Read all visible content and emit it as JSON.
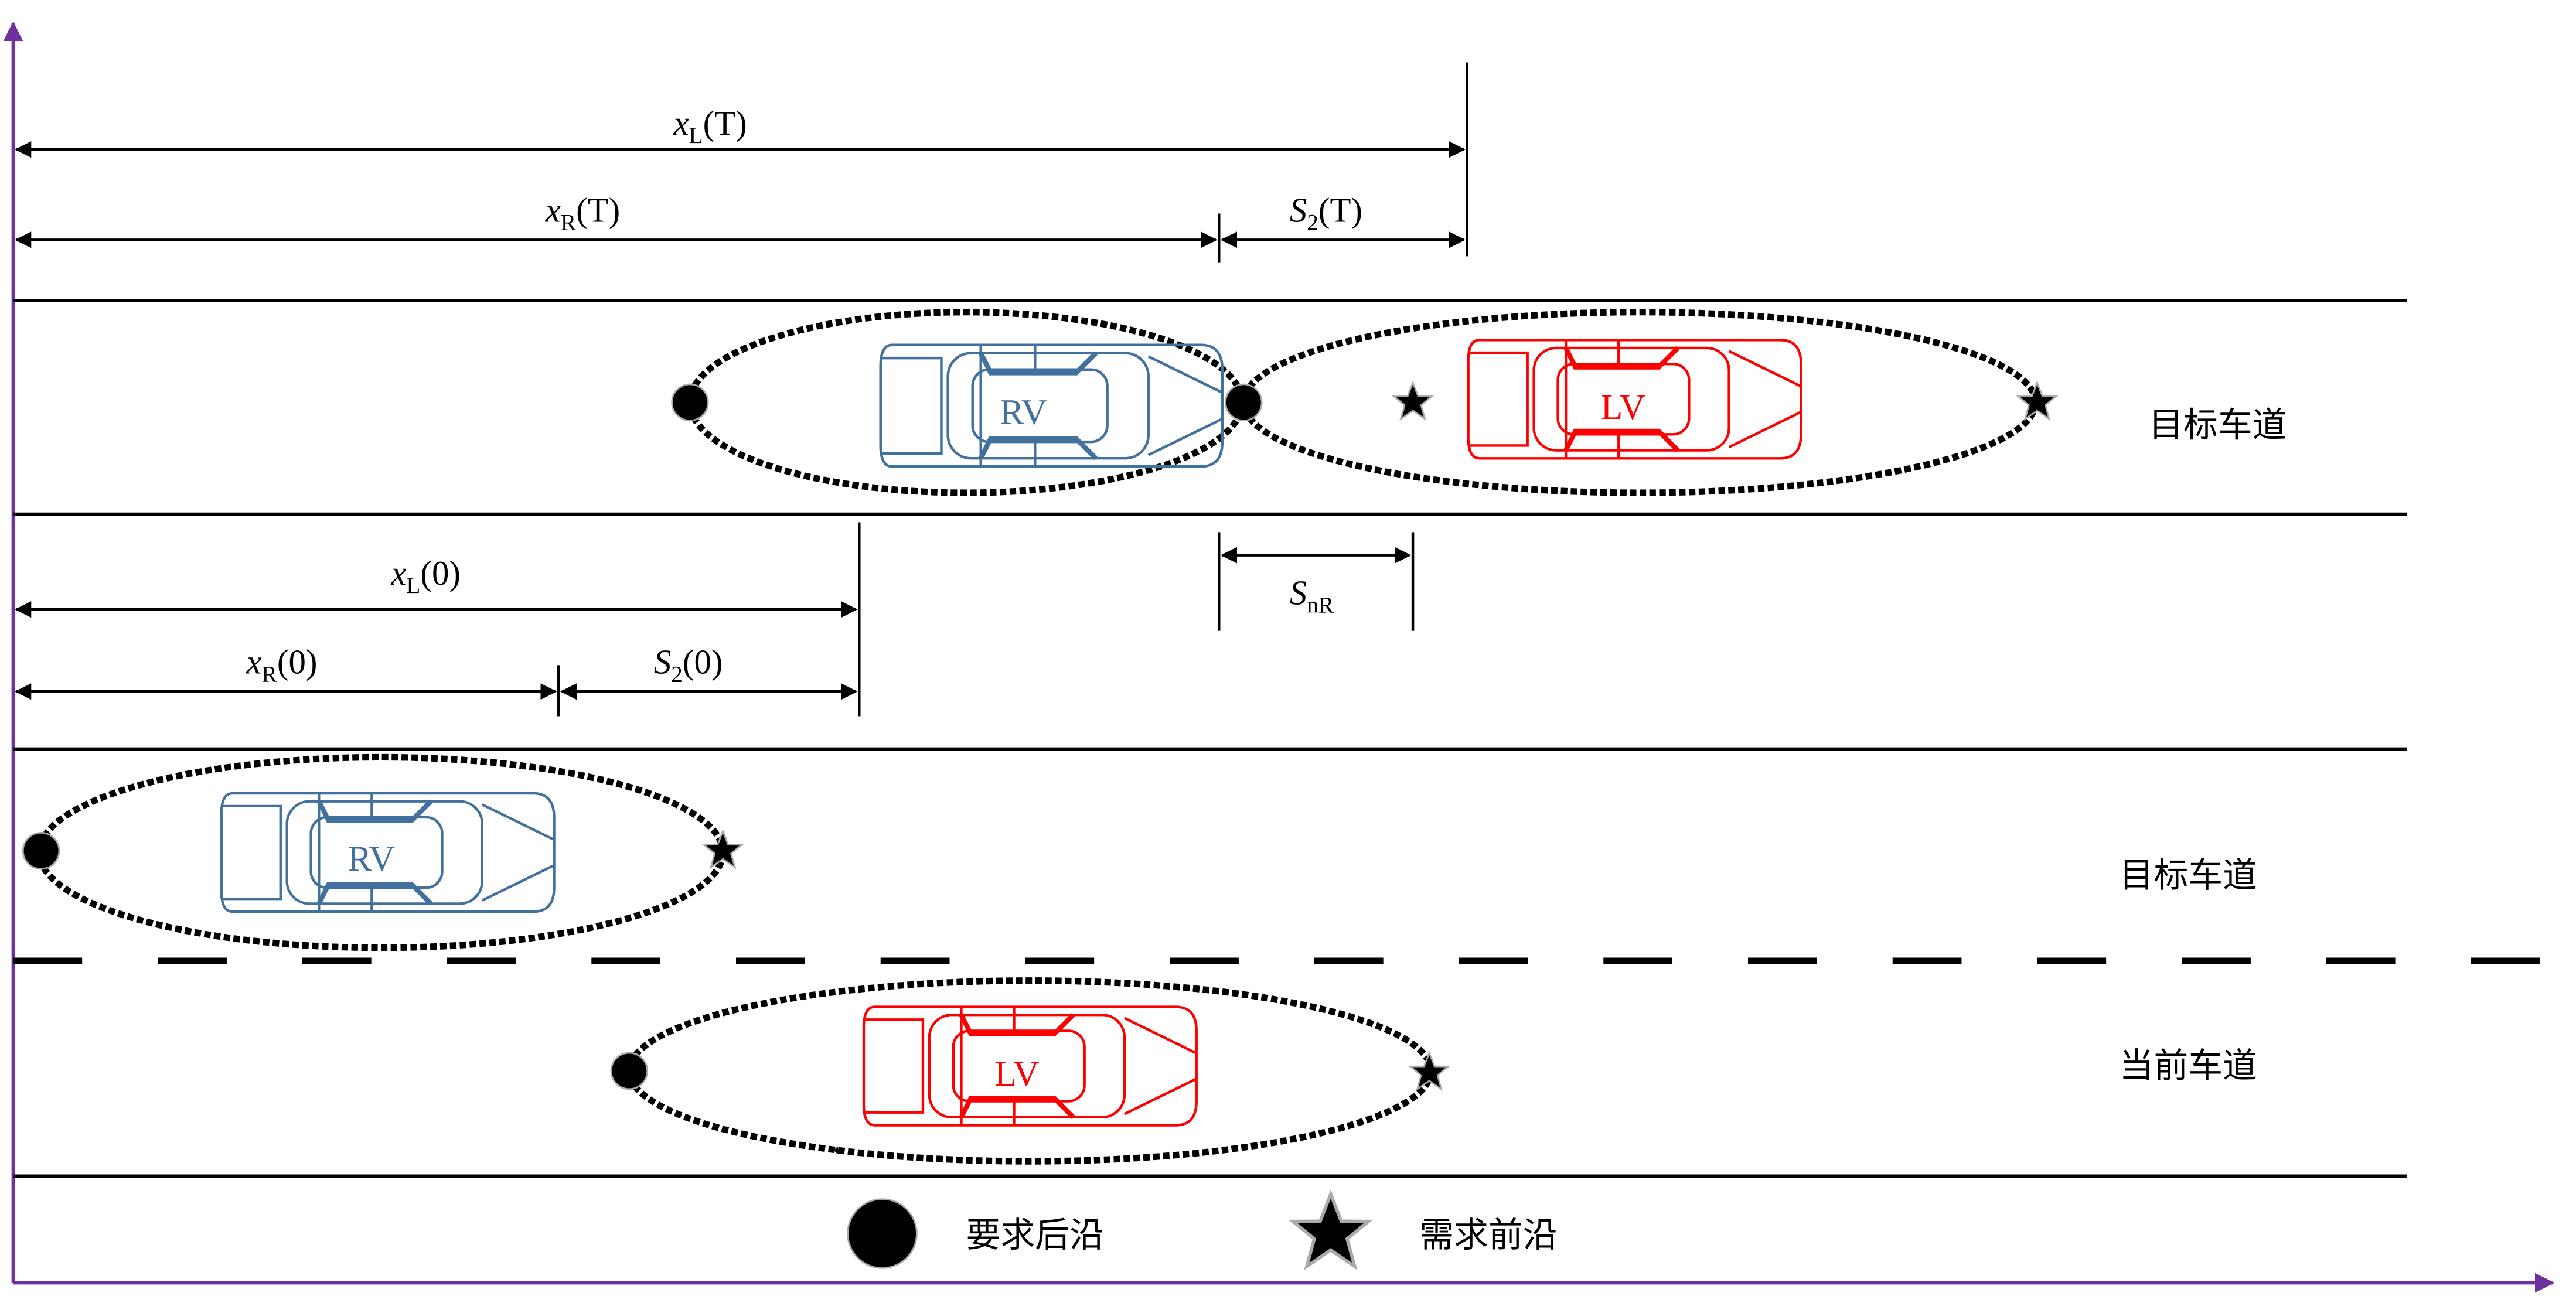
{
  "colors": {
    "axis": "#7030a0",
    "rv": "#41719c",
    "lv": "#ff0000",
    "line": "#000000"
  },
  "top_dims": {
    "xL_T": {
      "var": "x",
      "sub": "L",
      "arg": "(T)"
    },
    "xR_T": {
      "var": "x",
      "sub": "R",
      "arg": "(T)"
    },
    "S2_T": {
      "var": "S",
      "sub": "2",
      "arg": "(T)"
    },
    "SnR": {
      "var": "S",
      "sub": "nR",
      "arg": ""
    }
  },
  "mid_dims": {
    "xL_0": {
      "var": "x",
      "sub": "L",
      "arg": "(0)"
    },
    "xR_0": {
      "var": "x",
      "sub": "R",
      "arg": "(0)"
    },
    "S2_0": {
      "var": "S",
      "sub": "2",
      "arg": "(0)"
    }
  },
  "vehicles": {
    "rv": "RV",
    "lv": "LV"
  },
  "lanes": {
    "target_lane_top": "目标车道",
    "target_lane_bottom": "目标车道",
    "current_lane": "当前车道"
  },
  "legend": {
    "rear_edge": "要求后沿",
    "front_edge": "需求前沿"
  }
}
